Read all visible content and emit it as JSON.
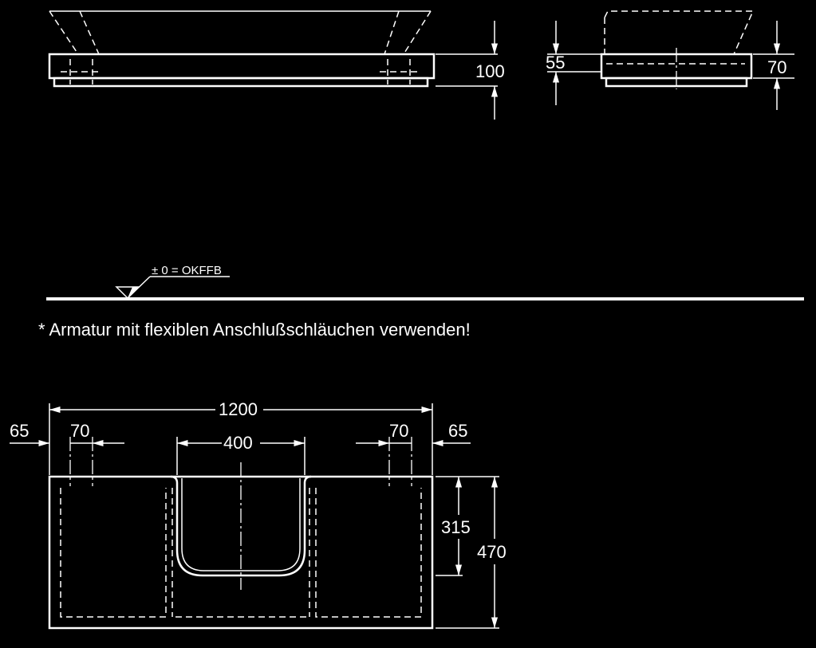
{
  "top_elevation": {
    "dim_height": "100"
  },
  "side_elevation": {
    "dim_front": "55",
    "dim_side": "70"
  },
  "floor_level": {
    "label": "± 0 = OKFFB"
  },
  "note": "* Armatur mit flexiblen Anschlußschläuchen verwenden!",
  "plan": {
    "dim_width": "1200",
    "dim_left_outer": "65",
    "dim_left_inner": "70",
    "dim_bowl": "400",
    "dim_right_inner": "70",
    "dim_right_outer": "65",
    "dim_bowl_depth": "315",
    "dim_depth": "470"
  }
}
